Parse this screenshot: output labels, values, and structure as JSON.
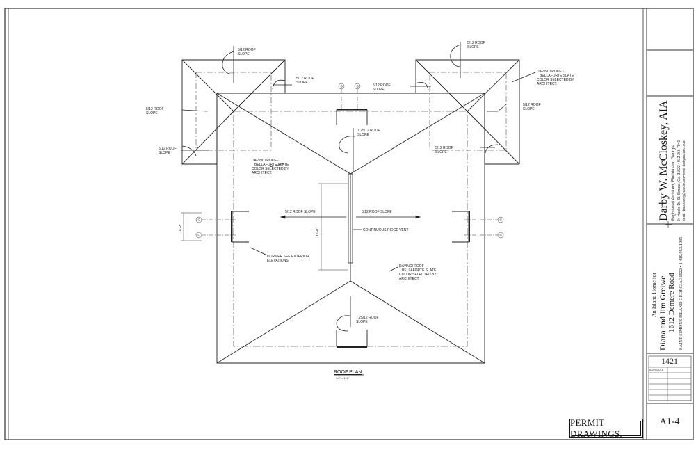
{
  "drawing": {
    "title": "ROOF PLAN",
    "scale": "1/4\" = 1'-0\"",
    "labels": {
      "slope_512_top_left": [
        "5/12 ROOF",
        "SLOPE"
      ],
      "slope_512_top_left_side": [
        "5/12 ROOF",
        "SLOPE"
      ],
      "slope_512_left_upper": [
        "5/12 ROOF",
        "SLOPE"
      ],
      "slope_512_left_lower": [
        "5/12 ROOF",
        "SLOPE"
      ],
      "slope_512_top_right": [
        "5/12 ROOF",
        "SLOPE"
      ],
      "slope_512_right_a": [
        "5/12 ROOF",
        "SLOPE"
      ],
      "slope_512_right_b": [
        "5/12 ROOF",
        "SLOPE"
      ],
      "slope_512_right_c": [
        "5/12 ROOF",
        "SLOPE"
      ],
      "slope_725_top": [
        "7.25/12 ROOF",
        "SLOPE"
      ],
      "slope_725_bottom": [
        "7.25/12 ROOF",
        "SLOPE"
      ],
      "davinci_top_right": [
        "DAVINCI ROOF -",
        "BELLAFORTE SLATE",
        "COLOR SELECTED BY",
        "ARCHITECT."
      ],
      "davinci_left": [
        "DAVINCI ROOF -",
        "BELLAFORTE SLATE",
        "COLOR SELECTED BY",
        "ARCHITECT."
      ],
      "davinci_bottom": [
        "DAVINCI ROOF -",
        "BELLAFORTE SLATE",
        "COLOR SELECTED BY",
        "ARCHITECT."
      ],
      "ridge_left": "5/12 ROOF SLOPE",
      "ridge_right": "5/12 ROOF SLOPE",
      "ridge_vent": "CONTINUOUS RIDGE VENT",
      "dormer": [
        "DORMER SEE EXTERIOR",
        "ELEVATIONS."
      ],
      "dim_ridge": "16'-0\"",
      "dim_left": "4'-2\"",
      "grid_letter": "G"
    }
  },
  "title_block": {
    "architect_name": "Darby W. McCloskey, AIA",
    "architect_line1": "Registered Architect, Florida and Georgia",
    "architect_line2": "84 Hanks Dr. St. Simons, Ga. 31522 • 912-266-7940",
    "architect_line3": "Email: dmccloskey@darch.com • Web: darbyarchitect.com",
    "project_line1": "An Island Home for",
    "project_line2": "Diana and Jim Greiwe",
    "project_line3": "1612 Demere Road",
    "project_line4": "SAINT SIMONS ISLAND GEORGIA 31522 • 1.419.953.1035",
    "project_number": "1421",
    "date": "03/24/2015",
    "sheet_number": "A1-4"
  },
  "stamp": "PERMIT DRAWINGS."
}
